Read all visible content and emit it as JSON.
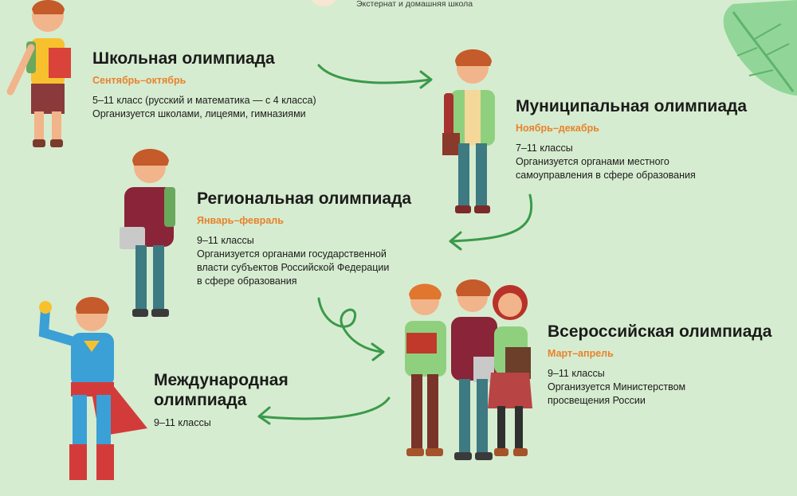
{
  "header": {
    "subtitle": "Экстернат и домашняя школа"
  },
  "stages": [
    {
      "title": "Школьная олимпиада",
      "period": "Сентябрь–октябрь",
      "details": [
        "5–11 класс (русский и математика — с 4 класса)",
        "Организуется школами, лицеями, гимназиями"
      ]
    },
    {
      "title": "Муниципальная олимпиада",
      "period": "Ноябрь–декабрь",
      "details": [
        "7–11 классы",
        "Организуется органами местного",
        "самоуправления в сфере образования"
      ]
    },
    {
      "title": "Региональная олимпиада",
      "period": "Январь–февраль",
      "details": [
        "9–11 классы",
        "Организуется органами государственной",
        "власти субъектов Российской Федерации",
        "в сфере образования"
      ]
    },
    {
      "title": "Всероссийская олимпиада",
      "period": "Март–апрель",
      "details": [
        "9–11 классы",
        "Организуется Министерством",
        "просвещения России"
      ]
    },
    {
      "title_lines": [
        "Международная",
        "олимпиада"
      ],
      "details": [
        "9–11 классы"
      ]
    }
  ],
  "colors": {
    "background": "#d6ecd0",
    "accent": "#e8822c",
    "arrow": "#3a9a4a",
    "leaf": "#7fd18a"
  }
}
